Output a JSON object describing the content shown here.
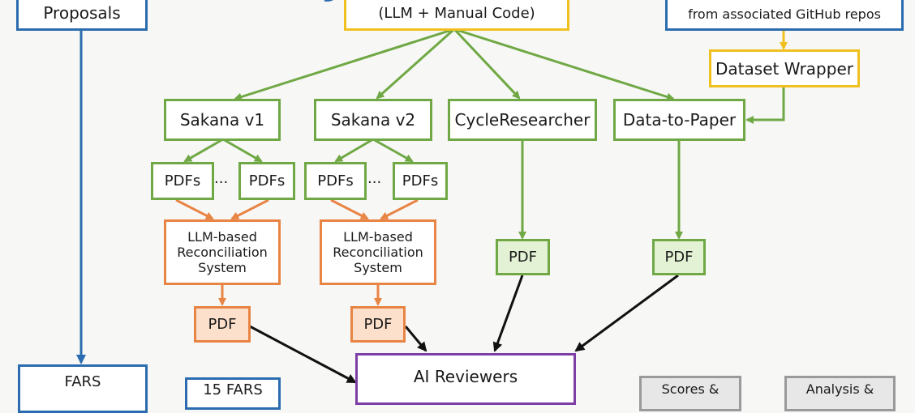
{
  "nodes": {
    "proposals": "Proposals",
    "codegen": "(LLM + Manual Code)",
    "datasets": "from associated GitHub repos",
    "dataset_wrapper": "Dataset Wrapper",
    "sakana_v1": "Sakana v1",
    "sakana_v2": "Sakana v2",
    "cycle_researcher": "CycleResearcher",
    "data_to_paper": "Data-to-Paper",
    "pdfs": "PDFs",
    "ellipsis": "...",
    "reconciliation": [
      "LLM-based",
      "Reconciliation",
      "System"
    ],
    "pdf": "PDF",
    "ai_reviewers": "AI Reviewers",
    "fars": "FARS",
    "fars_count": "15 FARS",
    "scores_partial": "Scores &",
    "analysis_partial": "Analysis &"
  },
  "colors": {
    "blue": "#2b6cb0",
    "yellow": "#f0c020",
    "green": "#6fa844",
    "orange": "#e88444",
    "purple": "#7d3ea5",
    "gray": "#9a9a9a"
  }
}
